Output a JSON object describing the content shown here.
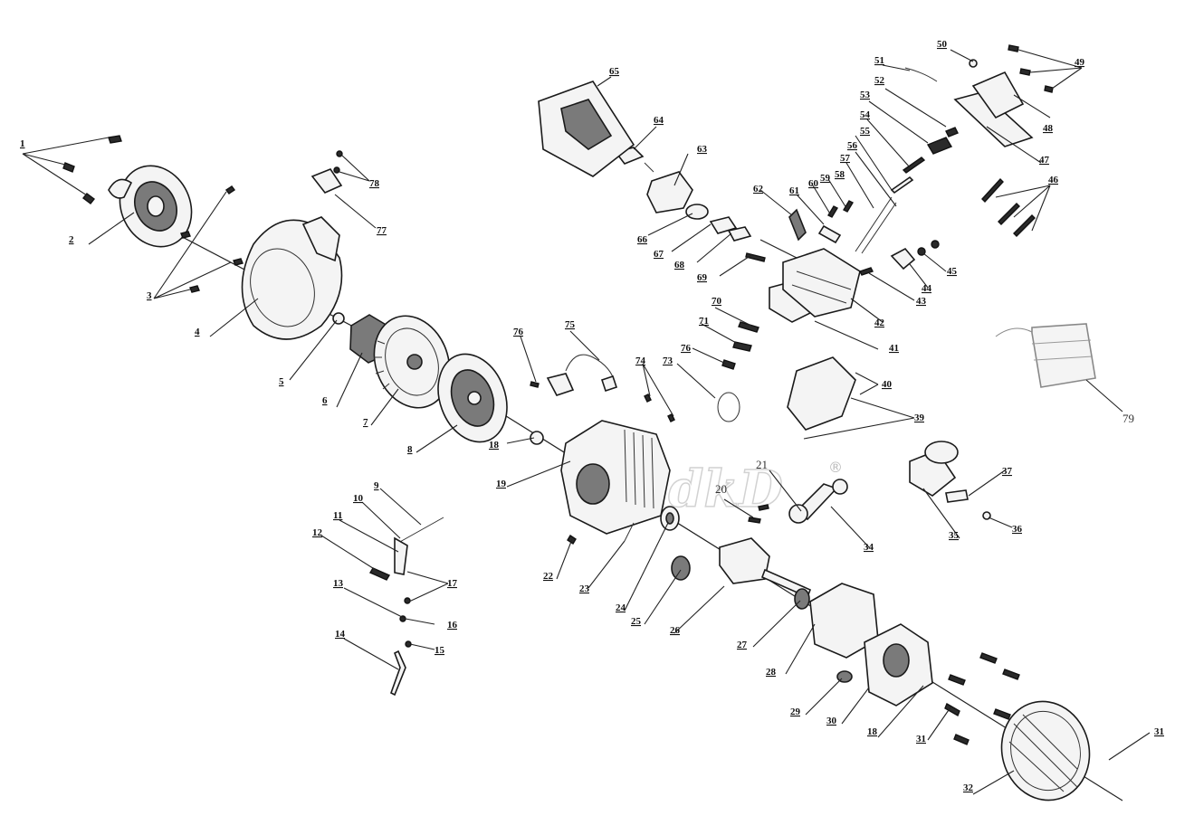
{
  "watermark": {
    "text": "MadkD",
    "mark": "®"
  },
  "callouts": [
    {
      "id": "p1",
      "text": "1"
    },
    {
      "id": "p2",
      "text": "2"
    },
    {
      "id": "p3",
      "text": "3"
    },
    {
      "id": "p4",
      "text": "4"
    },
    {
      "id": "p5",
      "text": "5"
    },
    {
      "id": "p6",
      "text": "6"
    },
    {
      "id": "p7",
      "text": "7"
    },
    {
      "id": "p8",
      "text": "8"
    },
    {
      "id": "p9",
      "text": "9"
    },
    {
      "id": "p10",
      "text": "10"
    },
    {
      "id": "p11",
      "text": "11"
    },
    {
      "id": "p12",
      "text": "12"
    },
    {
      "id": "p13",
      "text": "13"
    },
    {
      "id": "p14",
      "text": "14"
    },
    {
      "id": "p15",
      "text": "15"
    },
    {
      "id": "p16",
      "text": "16"
    },
    {
      "id": "p17",
      "text": "17"
    },
    {
      "id": "p18a",
      "text": "18"
    },
    {
      "id": "p18b",
      "text": "18"
    },
    {
      "id": "p19",
      "text": "19"
    },
    {
      "id": "p20",
      "text": "20"
    },
    {
      "id": "p21",
      "text": "21"
    },
    {
      "id": "p22",
      "text": "22"
    },
    {
      "id": "p23",
      "text": "23"
    },
    {
      "id": "p24",
      "text": "24"
    },
    {
      "id": "p25",
      "text": "25"
    },
    {
      "id": "p26",
      "text": "26"
    },
    {
      "id": "p27",
      "text": "27"
    },
    {
      "id": "p28",
      "text": "28"
    },
    {
      "id": "p29",
      "text": "29"
    },
    {
      "id": "p30",
      "text": "30"
    },
    {
      "id": "p31a",
      "text": "31"
    },
    {
      "id": "p31b",
      "text": "31"
    },
    {
      "id": "p32",
      "text": "32"
    },
    {
      "id": "p34",
      "text": "34"
    },
    {
      "id": "p35",
      "text": "35"
    },
    {
      "id": "p36",
      "text": "36"
    },
    {
      "id": "p37",
      "text": "37"
    },
    {
      "id": "p39",
      "text": "39"
    },
    {
      "id": "p40",
      "text": "40"
    },
    {
      "id": "p41",
      "text": "41"
    },
    {
      "id": "p42",
      "text": "42"
    },
    {
      "id": "p43",
      "text": "43"
    },
    {
      "id": "p44",
      "text": "44"
    },
    {
      "id": "p45",
      "text": "45"
    },
    {
      "id": "p46",
      "text": "46"
    },
    {
      "id": "p47",
      "text": "47"
    },
    {
      "id": "p48",
      "text": "48"
    },
    {
      "id": "p49",
      "text": "49"
    },
    {
      "id": "p50",
      "text": "50"
    },
    {
      "id": "p51",
      "text": "51"
    },
    {
      "id": "p52",
      "text": "52"
    },
    {
      "id": "p53",
      "text": "53"
    },
    {
      "id": "p54",
      "text": "54"
    },
    {
      "id": "p55",
      "text": "55"
    },
    {
      "id": "p56",
      "text": "56"
    },
    {
      "id": "p57",
      "text": "57"
    },
    {
      "id": "p58",
      "text": "58"
    },
    {
      "id": "p59",
      "text": "59"
    },
    {
      "id": "p60",
      "text": "60"
    },
    {
      "id": "p61",
      "text": "61"
    },
    {
      "id": "p62",
      "text": "62"
    },
    {
      "id": "p63",
      "text": "63"
    },
    {
      "id": "p64",
      "text": "64"
    },
    {
      "id": "p65",
      "text": "65"
    },
    {
      "id": "p66",
      "text": "66"
    },
    {
      "id": "p67",
      "text": "67"
    },
    {
      "id": "p68",
      "text": "68"
    },
    {
      "id": "p69",
      "text": "69"
    },
    {
      "id": "p70",
      "text": "70"
    },
    {
      "id": "p71",
      "text": "71"
    },
    {
      "id": "p73",
      "text": "73"
    },
    {
      "id": "p74",
      "text": "74"
    },
    {
      "id": "p75",
      "text": "75"
    },
    {
      "id": "p76a",
      "text": "76"
    },
    {
      "id": "p76b",
      "text": "76"
    },
    {
      "id": "p77",
      "text": "77"
    },
    {
      "id": "p78a",
      "text": "78"
    },
    {
      "id": "p78b",
      "text": "73"
    },
    {
      "id": "p79",
      "text": "79"
    }
  ]
}
